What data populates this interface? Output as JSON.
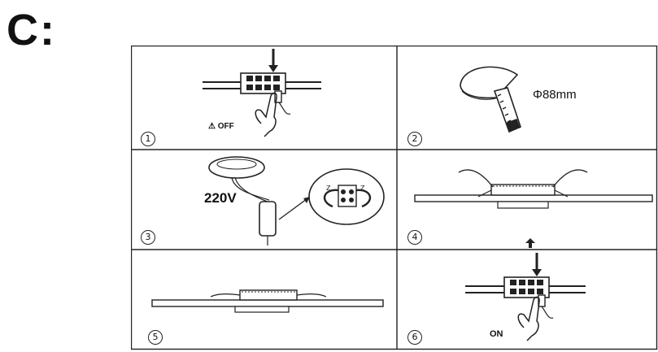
{
  "section_label": "C:",
  "steps": [
    {
      "number": "1",
      "caption": "⚠ OFF",
      "icon": "wire-connector-power-off-icon"
    },
    {
      "number": "2",
      "caption": "Φ88mm",
      "icon": "ceiling-cut-hole-saw-icon"
    },
    {
      "number": "3",
      "caption": "220V",
      "icon": "driver-wiring-icon"
    },
    {
      "number": "4",
      "caption": "",
      "icon": "spring-clips-panel-icon"
    },
    {
      "number": "5",
      "caption": "",
      "icon": "panel-installed-icon"
    },
    {
      "number": "6",
      "caption": "ON",
      "icon": "wire-connector-power-on-icon"
    }
  ],
  "colors": {
    "line": "#222222",
    "background": "#ffffff"
  }
}
